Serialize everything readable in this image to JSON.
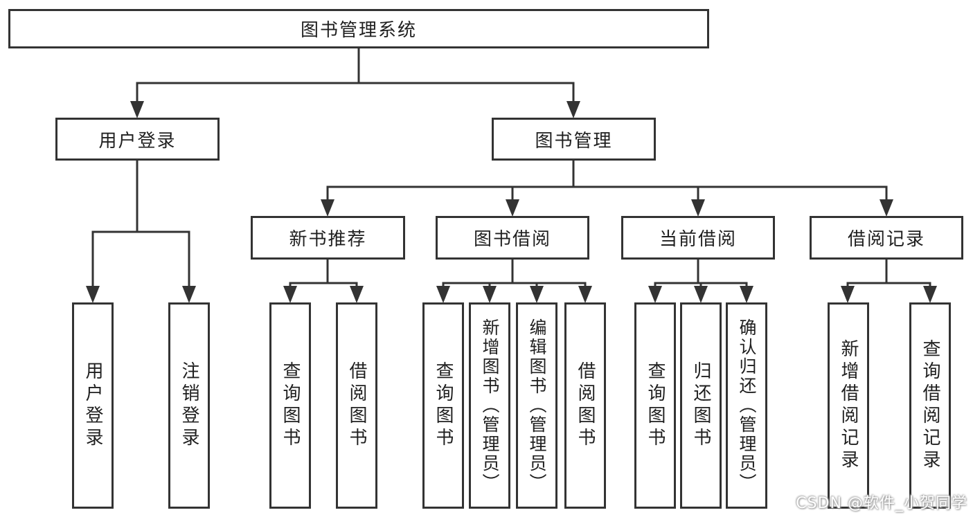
{
  "diagram_title": "图书管理系统",
  "colors": {
    "line": "#333333",
    "box_border": "#333333",
    "text": "#1f1f1f",
    "background": "#ffffff",
    "watermark_text": "#ffffff"
  },
  "tree": {
    "root": {
      "label": "图书管理系统"
    },
    "branches": [
      {
        "label": "用户登录",
        "children": [
          {
            "label": "用户登录"
          },
          {
            "label": "注销登录"
          }
        ]
      },
      {
        "label": "图书管理",
        "children": [
          {
            "label": "新书推荐",
            "children": [
              {
                "label": "查询图书"
              },
              {
                "label": "借阅图书"
              }
            ]
          },
          {
            "label": "图书借阅",
            "children": [
              {
                "label": "查询图书"
              },
              {
                "label": "新增图书（管理员）"
              },
              {
                "label": "编辑图书（管理员）"
              },
              {
                "label": "借阅图书"
              }
            ]
          },
          {
            "label": "当前借阅",
            "children": [
              {
                "label": "查询图书"
              },
              {
                "label": "归还图书"
              },
              {
                "label": "确认归还（管理员）"
              }
            ]
          },
          {
            "label": "借阅记录",
            "children": [
              {
                "label": "新增借阅记录"
              },
              {
                "label": "查询借阅记录"
              }
            ]
          }
        ]
      }
    ]
  },
  "watermark": {
    "text": "CSDN @软件_小贺同学"
  }
}
